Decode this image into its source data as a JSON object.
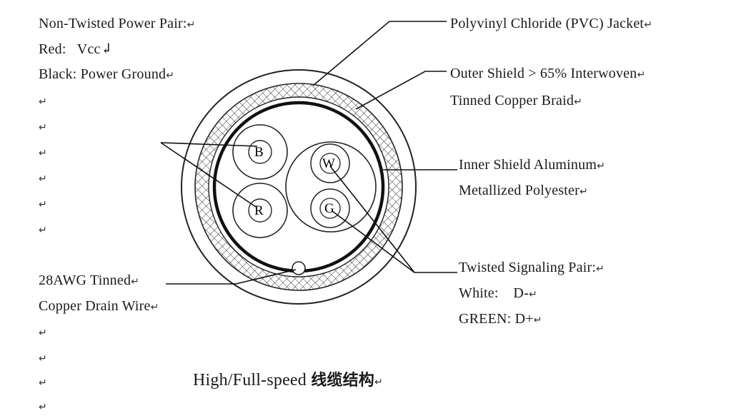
{
  "left_labels": {
    "power_pair_title": "Non-Twisted Power Pair:",
    "red": "Red:   Vcc↲",
    "black": "Black: Power Ground",
    "drain_line1": "28AWG Tinned",
    "drain_line2": "Copper Drain Wire"
  },
  "right_labels": {
    "jacket": "Polyvinyl Chloride (PVC) Jacket",
    "outer_shield_1": "Outer Shield > 65% Interwoven",
    "outer_shield_2": "Tinned Copper Braid",
    "inner_shield_1": "Inner Shield Aluminum",
    "inner_shield_2": "Metallized Polyester",
    "signal_title": "Twisted Signaling Pair:",
    "white": "White:    D-",
    "green": "GREEN: D+"
  },
  "core_letters": {
    "black": "B",
    "red": "R",
    "white": "W",
    "green": "G"
  },
  "return_mark": "↵",
  "caption": {
    "latin": "High/Full-speed ",
    "cn": "线缆结构"
  }
}
